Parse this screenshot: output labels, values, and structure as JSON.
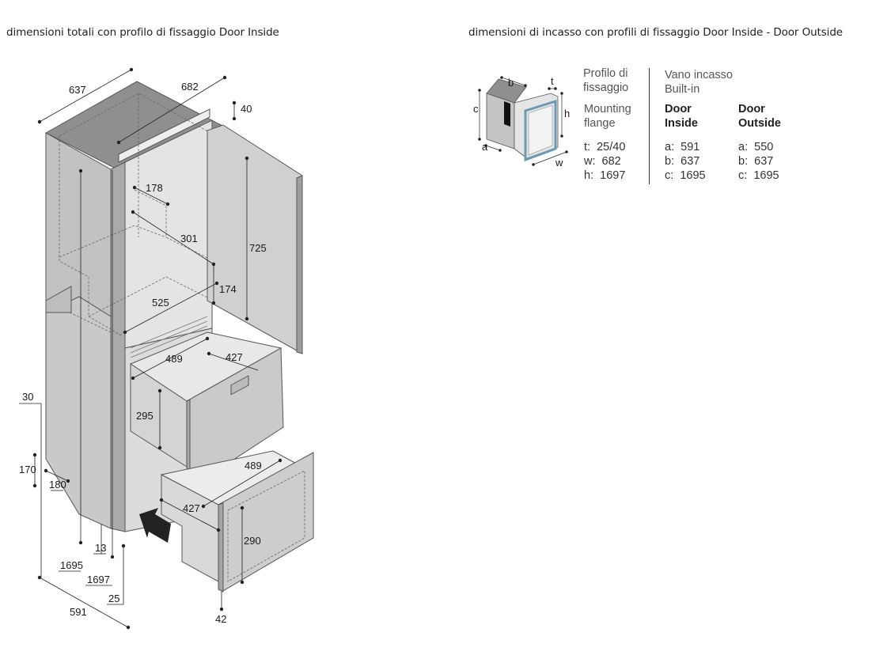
{
  "headings": {
    "left": "dimensioni totali con profilo di fissaggio Door Inside",
    "right": "dimensioni di incasso con profili di fissaggio Door Inside - Door Outside"
  },
  "dimensions": {
    "d637": "637",
    "d682": "682",
    "d40": "40",
    "d178": "178",
    "d301": "301",
    "d725": "725",
    "d174": "174",
    "d525": "525",
    "d489_top": "489",
    "d427_top": "427",
    "d295": "295",
    "d489_bottom": "489",
    "d427_bottom": "427",
    "d290": "290",
    "d30": "30",
    "d170": "170",
    "d180": "180",
    "d13": "13",
    "d1695": "1695",
    "d1697": "1697",
    "d25": "25",
    "d591": "591",
    "d42": "42"
  },
  "small_diagram": {
    "a": "a",
    "b": "b",
    "c": "c",
    "t": "t",
    "h": "h",
    "w": "w"
  },
  "specs": {
    "profile_it": "Profilo di\nfissaggio",
    "profile_en": "Mounting\nflange",
    "flange_values": [
      "t:  25/40",
      "w:  682",
      "h:  1697"
    ],
    "builtin_it": "Vano incasso",
    "builtin_en": "Built-in",
    "door_inside": "Door\nInside",
    "door_outside": "Door\nOutside",
    "inside_values": [
      "a:  591",
      "b:  637",
      "c:  1695"
    ],
    "outside_values": [
      "a:  550",
      "b:  637",
      "c:  1695"
    ]
  }
}
